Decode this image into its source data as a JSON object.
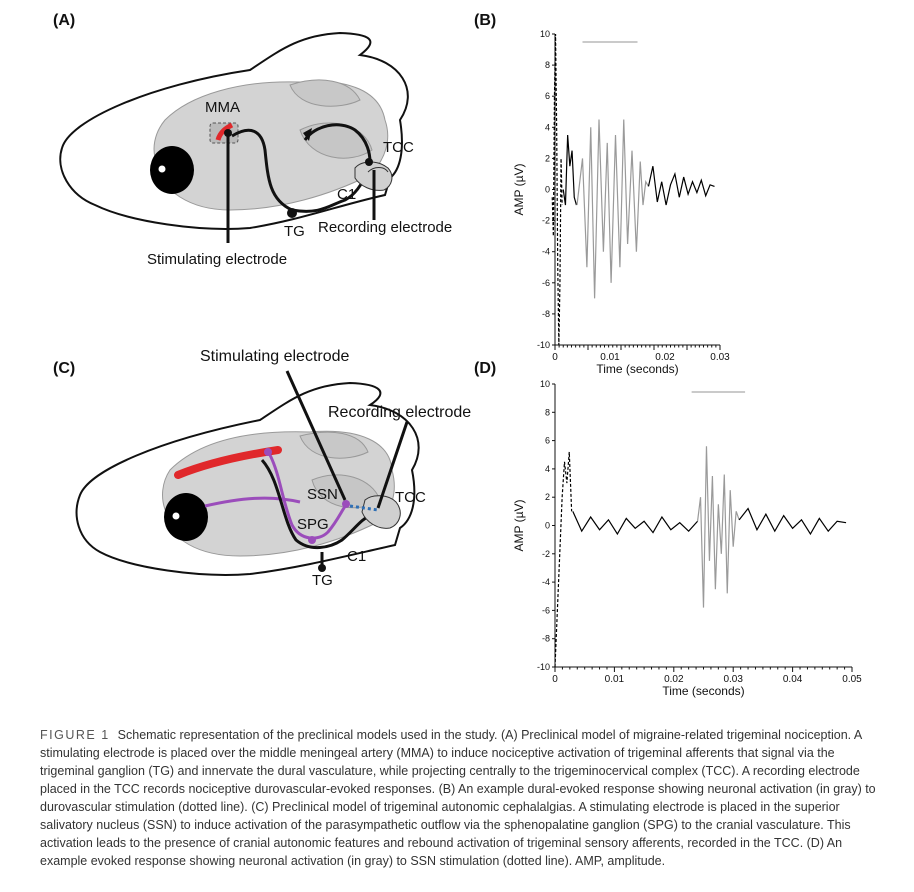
{
  "panels": {
    "a": {
      "label": "(A)"
    },
    "b": {
      "label": "(B)"
    },
    "c": {
      "label": "(C)"
    },
    "d": {
      "label": "(D)"
    }
  },
  "schematic_a": {
    "mma": "MMA",
    "tcc": "TCC",
    "c1": "C1",
    "tg": "TG",
    "recording": "Recording electrode",
    "stimulating": "Stimulating electrode"
  },
  "schematic_c": {
    "stimulating": "Stimulating electrode",
    "recording": "Recording electrode",
    "ssn": "SSN",
    "tcc": "TCC",
    "spg": "SPG",
    "c1": "C1",
    "tg": "TG"
  },
  "chart_data": [
    {
      "type": "line",
      "panel": "B",
      "xlabel": "Time (seconds)",
      "ylabel": "AMP (µV)",
      "xlim": [
        0,
        0.03
      ],
      "ylim": [
        -10,
        10
      ],
      "xticks": [
        "0",
        "0.01",
        "0.02",
        "0.03"
      ],
      "yticks": [
        "10",
        "8",
        "6",
        "4",
        "2",
        "0",
        "-2",
        "-4",
        "-6",
        "-8",
        "-10"
      ],
      "stimulus_bar": [
        0.005,
        0.015
      ],
      "series": [
        {
          "style": "dashed",
          "color": "#000000",
          "x": [
            -0.0005,
            -0.0003,
            -0.0001,
            0.0001,
            0.0003,
            0.0005,
            0.0007,
            0.0009,
            0.0011,
            0.0013
          ],
          "y": [
            -0.5,
            -3,
            6,
            10,
            4,
            -5,
            -10,
            -6,
            2,
            -1
          ]
        },
        {
          "style": "solid",
          "color": "#000000",
          "x": [
            0.0015,
            0.0019,
            0.0023,
            0.0027,
            0.0031,
            0.0035,
            0.0039
          ],
          "y": [
            0,
            -1,
            3.5,
            1.5,
            2.5,
            -0.5,
            -1
          ]
        },
        {
          "style": "solid",
          "color": "#9a9a9a",
          "x": [
            0.004,
            0.005,
            0.0058,
            0.0065,
            0.0072,
            0.008,
            0.0088,
            0.0095,
            0.0102,
            0.011,
            0.0118,
            0.0125,
            0.0132,
            0.014,
            0.0148,
            0.0155,
            0.016,
            0.0165,
            0.017
          ],
          "y": [
            -1,
            2,
            -5,
            4,
            -7,
            4.5,
            -4,
            3,
            -6,
            3.5,
            -5,
            4.5,
            -3.5,
            2.5,
            -4,
            1.8,
            -1,
            0.5,
            0.2
          ]
        },
        {
          "style": "solid",
          "color": "#000000",
          "x": [
            0.017,
            0.0178,
            0.0186,
            0.0194,
            0.0202,
            0.021,
            0.0218,
            0.0226,
            0.0234,
            0.0242,
            0.025,
            0.0258,
            0.0266,
            0.0274,
            0.0282,
            0.029
          ],
          "y": [
            0.2,
            1.5,
            -0.8,
            0.5,
            -1,
            0.3,
            1,
            -0.5,
            0.8,
            -0.3,
            0.5,
            -0.2,
            0.6,
            -0.4,
            0.3,
            0.2
          ]
        }
      ]
    },
    {
      "type": "line",
      "panel": "D",
      "xlabel": "Time (seconds)",
      "ylabel": "AMP (µV)",
      "xlim": [
        0,
        0.05
      ],
      "ylim": [
        -10,
        10
      ],
      "xticks": [
        "0",
        "0.01",
        "0.02",
        "0.03",
        "0.04",
        "0.05"
      ],
      "yticks": [
        "10",
        "8",
        "6",
        "4",
        "2",
        "0",
        "-2",
        "-4",
        "-6",
        "-8",
        "-10"
      ],
      "stimulus_bar": [
        0.023,
        0.032
      ],
      "series": [
        {
          "style": "dashed",
          "color": "#000000",
          "x": [
            0.0,
            0.0004,
            0.0008,
            0.0012,
            0.0016,
            0.002,
            0.0024,
            0.0028
          ],
          "y": [
            -10,
            -6,
            -2,
            2,
            4.5,
            3,
            5.2,
            1
          ]
        },
        {
          "style": "solid",
          "color": "#000000",
          "x": [
            0.003,
            0.0045,
            0.006,
            0.0075,
            0.009,
            0.0105,
            0.012,
            0.0135,
            0.015,
            0.0165,
            0.018,
            0.0195,
            0.021,
            0.0225,
            0.024
          ],
          "y": [
            1,
            -0.4,
            0.6,
            -0.3,
            0.4,
            -0.6,
            0.5,
            -0.2,
            0.3,
            -0.5,
            0.6,
            -0.3,
            0.2,
            -0.4,
            0.3
          ]
        },
        {
          "style": "solid",
          "color": "#9a9a9a",
          "x": [
            0.024,
            0.0245,
            0.025,
            0.0255,
            0.026,
            0.0265,
            0.027,
            0.0275,
            0.028,
            0.0285,
            0.029,
            0.0295,
            0.03,
            0.0305,
            0.031
          ],
          "y": [
            0.3,
            2,
            -5.8,
            5.6,
            -2.5,
            3.5,
            -4.5,
            1.5,
            -2,
            3.6,
            -4.8,
            2.5,
            -1.5,
            1,
            0.4
          ]
        },
        {
          "style": "solid",
          "color": "#000000",
          "x": [
            0.031,
            0.0325,
            0.034,
            0.0355,
            0.037,
            0.0385,
            0.04,
            0.0415,
            0.043,
            0.0445,
            0.046,
            0.0475,
            0.049
          ],
          "y": [
            0.4,
            1.2,
            -0.3,
            0.8,
            -0.4,
            0.7,
            -0.2,
            0.4,
            -0.6,
            0.5,
            -0.4,
            0.3,
            0.2
          ]
        }
      ]
    }
  ],
  "caption": {
    "figure_label": "FIGURE 1",
    "text": "Schematic representation of the preclinical models used in the study. (A) Preclinical model of migraine-related trigeminal nociception. A stimulating electrode is placed over the middle meningeal artery (MMA) to induce nociceptive activation of trigeminal afferents that signal via the trigeminal ganglion (TG) and innervate the dural vasculature, while projecting centrally to the trigeminocervical complex (TCC). A recording electrode placed in the TCC records nociceptive durovascular-evoked responses. (B) An example dural-evoked response showing neuronal activation (in gray) to durovascular stimulation (dotted line). (C) Preclinical model of trigeminal autonomic cephalalgias. A stimulating electrode is placed in the superior salivatory nucleus (SSN) to induce activation of the parasympathetic outflow via the sphenopalatine ganglion (SPG) to the cranial vasculature. This activation leads to the presence of cranial autonomic features and rebound activation of trigeminal sensory afferents, recorded in the TCC. (D) An example evoked response showing neuronal activation (in gray) to SSN stimulation (dotted line). AMP, amplitude."
  }
}
